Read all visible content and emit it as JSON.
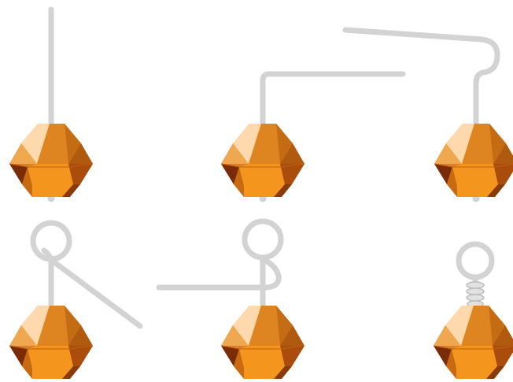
{
  "diagram": {
    "description_type": "wrapped-loop bead dangle, step sequence",
    "step_count": 6,
    "colors": {
      "background": "#ffffff",
      "wire": "#d3d3d3",
      "wire_shadow": "#c2c2c2",
      "bead_light": "#ffd9ae",
      "bead_mid_light": "#f0a850",
      "bead_main": "#f4961e",
      "bead_mid": "#de8420",
      "bead_dark": "#b05a10",
      "bead_darkest": "#7a2c08"
    },
    "steps": [
      {
        "id": "step-1",
        "state": "straight-headpin"
      },
      {
        "id": "step-2",
        "state": "bent-90-degrees"
      },
      {
        "id": "step-3",
        "state": "wire-curled-over"
      },
      {
        "id": "step-4",
        "state": "loop-formed"
      },
      {
        "id": "step-5",
        "state": "wrapping-started"
      },
      {
        "id": "step-6",
        "state": "wrapped-loop-complete"
      }
    ]
  }
}
